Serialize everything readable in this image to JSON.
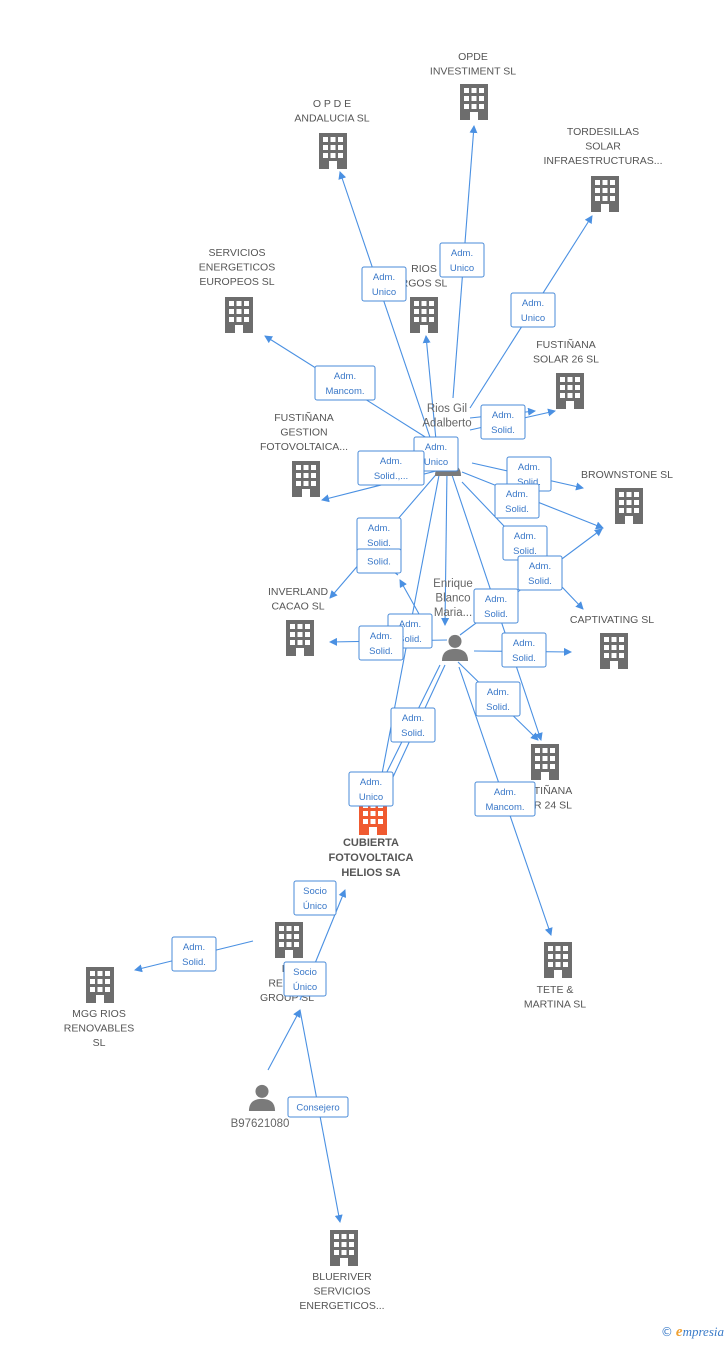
{
  "colors": {
    "edge": "#4a90e2",
    "building": "#6d6d6d",
    "main_building": "#f05a30",
    "person": "#7a7a7a"
  },
  "companies": [
    {
      "id": "opde",
      "lines": [
        "OPDE",
        "INVESTIMENT SL"
      ]
    },
    {
      "id": "opde_andalucia",
      "lines": [
        "O P D E",
        "ANDALUCIA SL"
      ]
    },
    {
      "id": "tordesillas",
      "lines": [
        "TORDESILLAS",
        "SOLAR",
        "INFRAESTRUCTURAS..."
      ]
    },
    {
      "id": "servicios_energeticos",
      "lines": [
        "SERVICIOS",
        "ENERGETICOS",
        "EUROPEOS SL"
      ]
    },
    {
      "id": "rios_burgos",
      "lines": [
        "RIOS",
        "RGOS  SL"
      ]
    },
    {
      "id": "fustinana_26",
      "lines": [
        "FUSTIÑANA",
        "SOLAR 26 SL"
      ]
    },
    {
      "id": "fustinana_gestion",
      "lines": [
        "FUSTIÑANA",
        "GESTION",
        "FOTOVOLTAICA..."
      ]
    },
    {
      "id": "brownstone",
      "lines": [
        "BROWNSTONE SL"
      ]
    },
    {
      "id": "inverland",
      "lines": [
        "INVERLAND",
        "CACAO SL"
      ]
    },
    {
      "id": "captivating",
      "lines": [
        "CAPTIVATING SL"
      ]
    },
    {
      "id": "fustinana_24",
      "lines": [
        "TIÑANA",
        "R 24 SL"
      ]
    },
    {
      "id": "main",
      "lines": [
        "CUBIERTA",
        "FOTOVOLTAICA",
        "HELIOS SA"
      ]
    },
    {
      "id": "tete_martina",
      "lines": [
        "TETE &",
        "MARTINA  SL"
      ]
    },
    {
      "id": "rios_group",
      "lines": [
        "RI",
        "RENOV",
        "GROUP SL"
      ]
    },
    {
      "id": "mgg",
      "lines": [
        "MGG RIOS",
        "RENOVABLES",
        "SL"
      ]
    },
    {
      "id": "blueriver",
      "lines": [
        "BLUERIVER",
        "SERVICIOS",
        "ENERGETICOS..."
      ]
    }
  ],
  "persons": [
    {
      "id": "rios_gil",
      "lines": [
        "Rios Gil",
        "Adalberto"
      ]
    },
    {
      "id": "enrique",
      "lines": [
        "Enrique",
        "Blanco",
        "Maria..."
      ]
    },
    {
      "id": "b97",
      "lines": [
        "B97621080"
      ]
    }
  ],
  "relations": [
    {
      "lines": [
        "Adm.",
        "Unico"
      ]
    },
    {
      "lines": [
        "Adm.",
        "Unico"
      ]
    },
    {
      "lines": [
        "Adm.",
        "Unico"
      ]
    },
    {
      "lines": [
        "Adm.",
        "Mancom."
      ]
    },
    {
      "lines": [
        "Adm.",
        "Solid."
      ]
    },
    {
      "lines": [
        "Adm.",
        "Unico"
      ]
    },
    {
      "lines": [
        "Adm.",
        "Solid.,..."
      ]
    },
    {
      "lines": [
        "Adm.",
        "Solid."
      ]
    },
    {
      "lines": [
        "Adm.",
        "Solid."
      ]
    },
    {
      "lines": [
        "Adm.",
        "Solid."
      ]
    },
    {
      "lines": [
        "Solid."
      ]
    },
    {
      "lines": [
        "Adm.",
        "Solid."
      ]
    },
    {
      "lines": [
        "Adm.",
        "Solid."
      ]
    },
    {
      "lines": [
        "Adm.",
        "Solid."
      ]
    },
    {
      "lines": [
        "Adm.",
        "Solid."
      ]
    },
    {
      "lines": [
        "Adm.",
        "Solid."
      ]
    },
    {
      "lines": [
        "Adm.",
        "Solid."
      ]
    },
    {
      "lines": [
        "Adm.",
        "Solid."
      ]
    },
    {
      "lines": [
        "Adm.",
        "Solid."
      ]
    },
    {
      "lines": [
        "Adm.",
        "Mancom."
      ]
    },
    {
      "lines": [
        "Adm.",
        "Unico"
      ]
    },
    {
      "lines": [
        "Socio",
        "Único"
      ]
    },
    {
      "lines": [
        "Adm.",
        "Solid."
      ]
    },
    {
      "lines": [
        "Socio",
        "Único"
      ]
    },
    {
      "lines": [
        "Consejero"
      ]
    }
  ],
  "brand": {
    "copyright": "©",
    "name_first": "e",
    "name_rest": "mpresia"
  }
}
